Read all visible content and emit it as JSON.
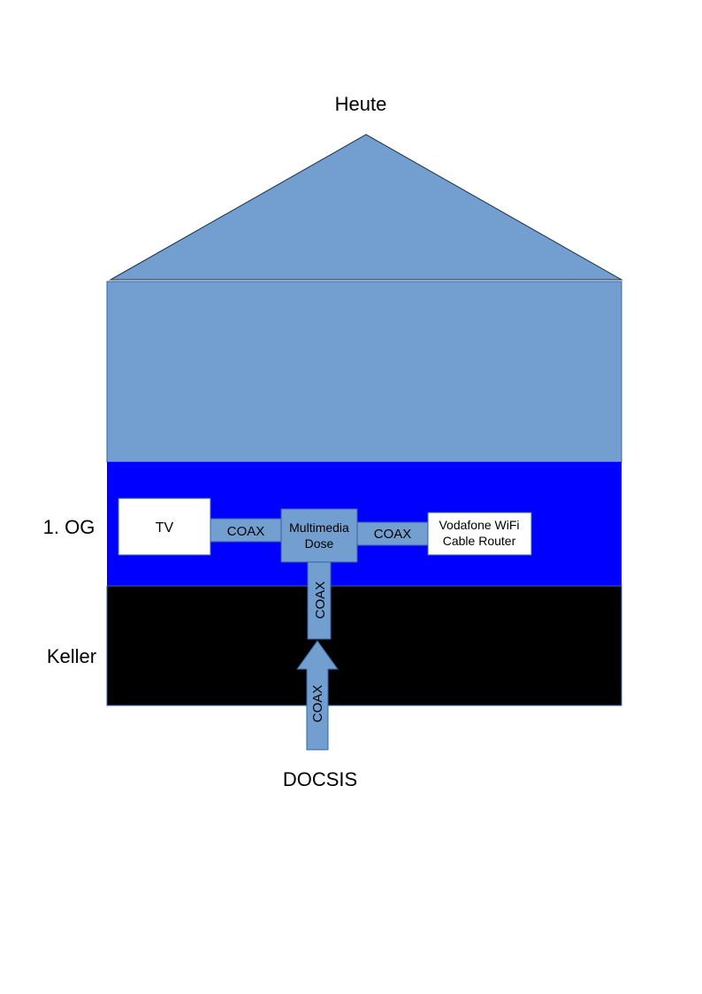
{
  "title": "Heute",
  "floors": {
    "upper_label": "1. OG",
    "basement_label": "Keller"
  },
  "devices": {
    "tv": "TV",
    "outlet_line1": "Multimedia",
    "outlet_line2": "Dose",
    "router_line1": "Vodafone WiFi",
    "router_line2": "Cable Router"
  },
  "cables": {
    "tv_to_outlet": "COAX",
    "outlet_to_router": "COAX",
    "outlet_down": "COAX",
    "incoming": "COAX"
  },
  "source": "DOCSIS",
  "colors": {
    "house": "#729fcf",
    "floor_og": "#0000ff",
    "floor_keller": "#000000",
    "device_bg": "#ffffff",
    "cable": "#729fcf",
    "outline": "#3465a4"
  }
}
